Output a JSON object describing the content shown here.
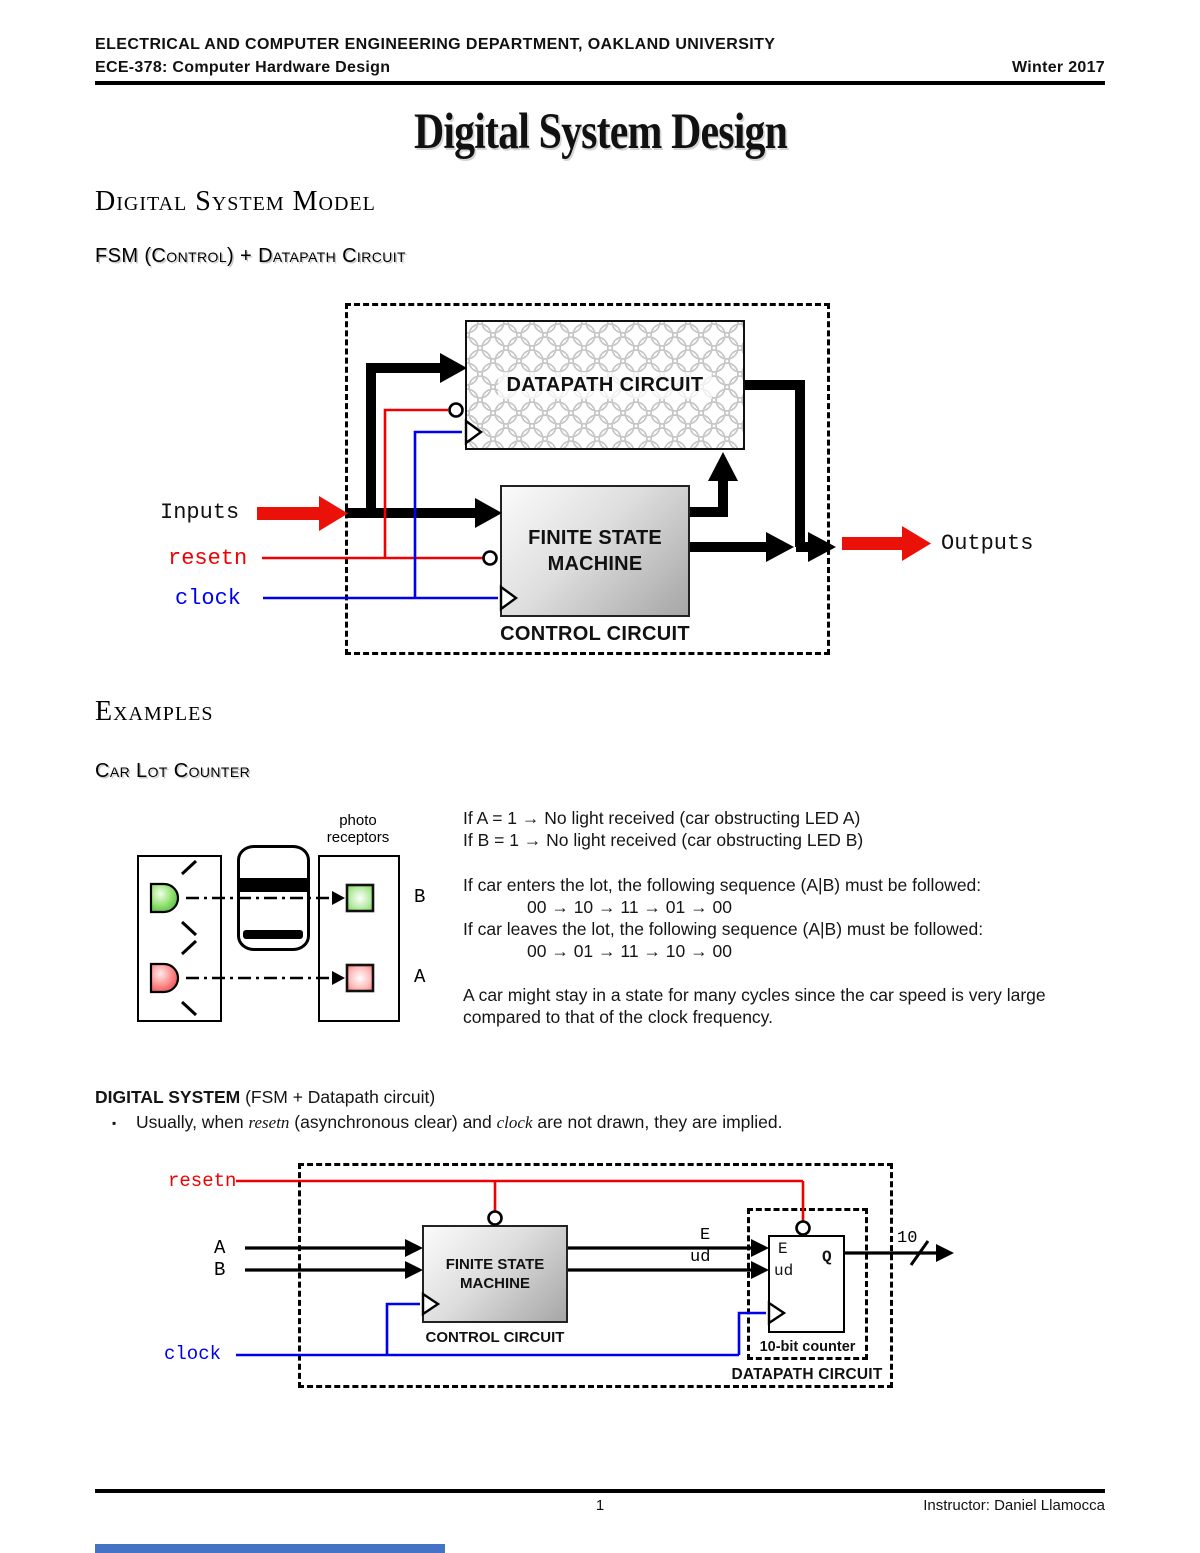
{
  "colors": {
    "accent_red": "#f00000",
    "accent_blue": "#0000f0",
    "green_led": "#58c83e",
    "red_led": "#f25454",
    "footer_bar_blue": "#4472c4"
  },
  "header": {
    "dept": "ELECTRICAL AND COMPUTER ENGINEERING DEPARTMENT, OAKLAND UNIVERSITY",
    "course": "ECE-378: Computer Hardware Design",
    "term": "Winter 2017"
  },
  "title": "Digital System Design",
  "headings": {
    "model": "Digital System Model",
    "fsm": "FSM (Control) + Datapath Circuit",
    "examples": "Examples",
    "carlot": "Car Lot Counter"
  },
  "diagram1": {
    "datapath_label": "DATAPATH CIRCUIT",
    "fsm_line1": "FINITE STATE",
    "fsm_line2": "MACHINE",
    "control_label": "CONTROL CIRCUIT",
    "inputs_label": "Inputs",
    "resetn_label": "resetn",
    "clock_label": "clock",
    "outputs_label": "Outputs"
  },
  "carlot": {
    "receptors_line1": "photo",
    "receptors_line2": "receptors",
    "b_label": "B",
    "a_label": "A",
    "lines": [
      "If A = 1 → No light received (car obstructing LED A)",
      "If B = 1 → No light received (car obstructing LED B)",
      "If car enters the lot, the following sequence (A|B) must be followed:",
      "00 → 10 → 11 → 01 → 00",
      "If car leaves the lot, the following sequence (A|B) must be followed:",
      "00 → 01 → 11 → 10 → 00",
      "A car might stay in a state for many cycles since the car speed is very large compared to that of the clock frequency."
    ]
  },
  "digital_system": {
    "heading_bold": "DIGITAL SYSTEM",
    "heading_rest": " (FSM + Datapath circuit)",
    "bullet_glyph": "▪",
    "bullet_p1": "Usually, when ",
    "bullet_i1": "resetn",
    "bullet_p2": " (asynchronous clear) and ",
    "bullet_i2": "clock",
    "bullet_p3": " are not drawn, they are implied."
  },
  "diagram2": {
    "resetn_label": "resetn",
    "a_label": "A",
    "b_label": "B",
    "clock_label": "clock",
    "fsm_line1": "FINITE STATE",
    "fsm_line2": "MACHINE",
    "control_label": "CONTROL CIRCUIT",
    "e_wire_label": "E",
    "ud_wire_label": "ud",
    "counter_e": "E",
    "counter_ud": "ud",
    "counter_q": "Q",
    "counter_label": "10-bit counter",
    "datapath_label": "DATAPATH CIRCUIT",
    "bus_width": "10"
  },
  "footer": {
    "page_number": "1",
    "instructor": "Instructor: Daniel Llamocca"
  }
}
